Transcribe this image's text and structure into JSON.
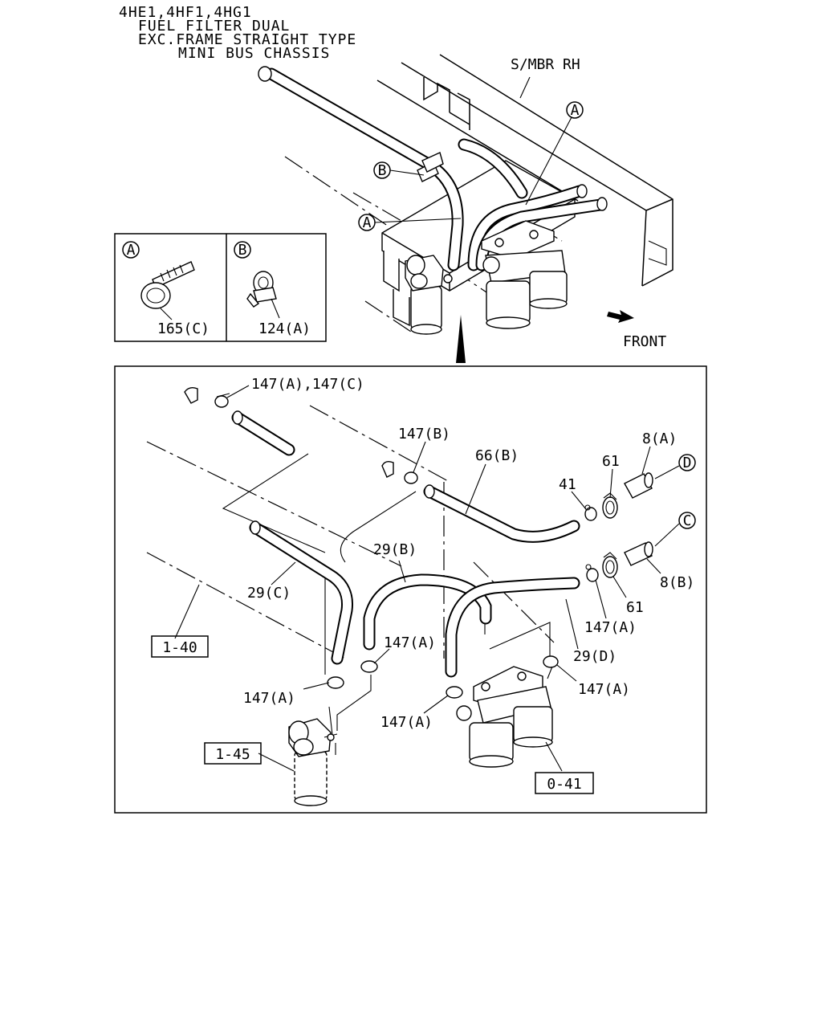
{
  "header": {
    "lines": [
      "4HE1,4HF1,4HG1",
      "FUEL FILTER DUAL",
      "EXC.FRAME STRAIGHT TYPE",
      "MINI BUS CHASSIS"
    ]
  },
  "top_view": {
    "member_label": "S/MBR RH",
    "front_label": "FRONT",
    "callout_a": "A",
    "callout_b": "B"
  },
  "legend": {
    "a": {
      "letter": "A",
      "part": "165(C)"
    },
    "b": {
      "letter": "B",
      "part": "124(A)"
    }
  },
  "detail": {
    "labels": {
      "clip_147a_147c": "147(A),147(C)",
      "clip_147b": "147(B)",
      "hose_66b": "66(B)",
      "hose_8a": "8(A)",
      "clamp_61_top": "61",
      "clip_41": "41",
      "hose_29b": "29(B)",
      "hose_29c": "29(C)",
      "hose_8b": "8(B)",
      "clamp_61_bottom": "61",
      "clip_147a_right": "147(A)",
      "hose_29d": "29(D)",
      "clip_147a_center": "147(A)",
      "clip_147a_left": "147(A)",
      "clip_147a_filter_right": "147(A)",
      "clip_147a_filter_left": "147(A)"
    },
    "refs": {
      "ref_1_40": "1-40",
      "ref_1_45": "1-45",
      "ref_0_41": "0-41"
    },
    "connectors": {
      "d": "D",
      "c": "C"
    }
  }
}
